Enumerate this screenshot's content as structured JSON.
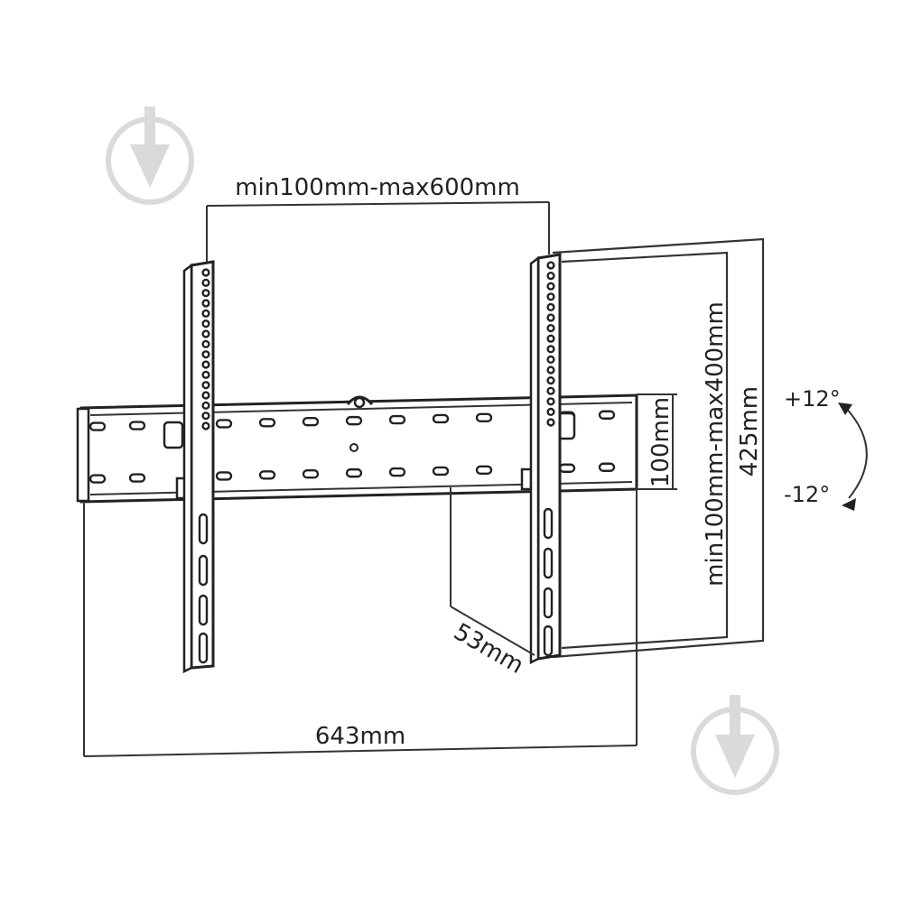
{
  "dimensions": {
    "horizontal_vesa": "min100mm-max600mm",
    "vertical_vesa": "min100mm-max400mm",
    "rail_height": "100mm",
    "bracket_height": "425mm",
    "total_width": "643mm",
    "depth": "53mm"
  },
  "tilt": {
    "up": "+12°",
    "down": "-12°"
  },
  "colors": {
    "line": "#222222",
    "watermark": "#d9d9d9",
    "background": "#ffffff"
  },
  "watermark_icon": "pin-logo"
}
